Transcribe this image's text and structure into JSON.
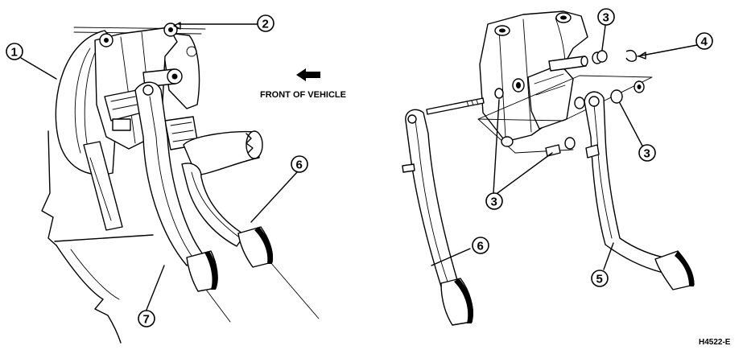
{
  "front_label": "FRONT OF VEHICLE",
  "figure_code": "H4522-E",
  "callouts": [
    "1",
    "2",
    "3",
    "4",
    "6",
    "7",
    "5"
  ]
}
